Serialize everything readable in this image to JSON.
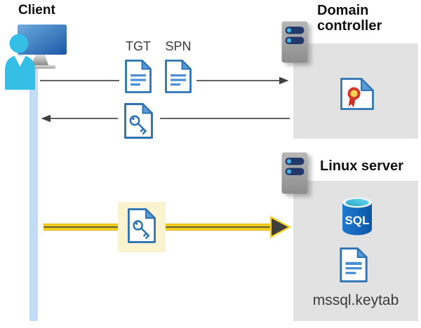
{
  "labels": {
    "client": "Client",
    "domain_controller": "Domain controller",
    "linux_server": "Linux server",
    "tgt": "TGT",
    "spn": "SPN",
    "keytab": "mssql.keytab",
    "sql": "SQL"
  },
  "flows": [
    {
      "from": "client",
      "to": "domain_controller",
      "items": [
        "TGT",
        "SPN"
      ],
      "style": "normal"
    },
    {
      "from": "domain_controller",
      "to": "client",
      "items": [
        "key-document"
      ],
      "style": "normal"
    },
    {
      "from": "client",
      "to": "linux_server",
      "items": [
        "key-document"
      ],
      "style": "highlighted"
    }
  ],
  "icons": [
    "client-device-icon",
    "user-icon",
    "server-icon",
    "document-icon",
    "key-document-icon",
    "certificate-icon",
    "sql-database-icon"
  ],
  "colors": {
    "doc_border": "#2e74b5",
    "doc_fold": "#5b9bd5",
    "doc_lines": "#4a90d2",
    "panel_gray": "#e2e2e2",
    "lifeline_blue": "#c3dcf5",
    "arrow_gray": "#4d4d4d",
    "highlight_yellow": "#ffd41f",
    "highlight_box": "#faf3cf",
    "server_navy": "#23386b",
    "server_dot": "#43b5e5",
    "sql_blue": "#1167c0",
    "cert_red": "#d6372b",
    "cert_gold": "#ffd44f",
    "person_cyan": "#35bfe6"
  }
}
